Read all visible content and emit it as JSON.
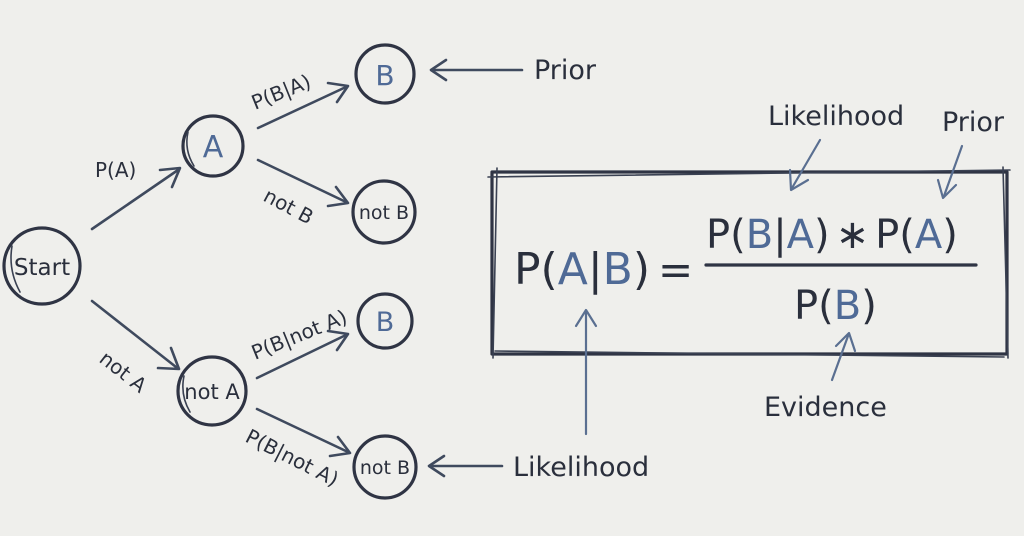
{
  "nodes": {
    "start": "Start",
    "a": "A",
    "not_a": "not A",
    "b_top": "B",
    "not_b_top": "not B",
    "b_bottom": "B",
    "not_b_bottom": "not B"
  },
  "edges": {
    "p_a": "P(A)",
    "not_a": "not A",
    "p_b_given_a": "P(B|A)",
    "not_b": "not B",
    "p_b_given_not_a_top": "P(B|not A)",
    "p_b_given_not_a_bottom": "P(B|not A)"
  },
  "annotations": {
    "prior_top": "Prior",
    "likelihood_bottom": "Likelihood",
    "likelihood_formula": "Likelihood",
    "prior_formula": "Prior",
    "evidence": "Evidence"
  },
  "formula": {
    "lhs_p": "P(",
    "lhs_a": "A",
    "lhs_bar": "|",
    "lhs_b": "B",
    "lhs_close": ")",
    "equals": "=",
    "num_p1": "P(",
    "num_b": "B",
    "num_bar": "|",
    "num_a": "A",
    "num_close1": ")",
    "num_mult": "∗",
    "num_p2": "P(",
    "num_a2": "A",
    "num_close2": ")",
    "den_p": "P(",
    "den_b": "B",
    "den_close": ")"
  },
  "colors": {
    "ink": "#2f3444",
    "accent_blue": "#4f6a96",
    "background": "#efefec"
  }
}
